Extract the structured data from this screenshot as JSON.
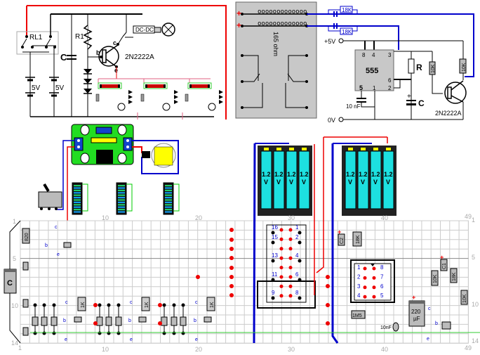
{
  "schematic_left": {
    "relay_label": "RL1",
    "battery_1": "5V",
    "battery_2": "5V",
    "capacitor": "C",
    "resistor": "R1",
    "transistor": "2N2222A",
    "pin_b": "b",
    "pin_c": "c",
    "pin_e": "e",
    "converter": "DC-DC",
    "lamp": "lamp"
  },
  "relay_module": {
    "coil_label": "165 ohm",
    "pins": [
      "16",
      "1",
      "15",
      "2",
      "13",
      "4",
      "11",
      "6",
      "9",
      "8"
    ],
    "plus": "+"
  },
  "schematic_555": {
    "res_top": "18K",
    "res_bottom": "18K",
    "vcc": "+5V",
    "gnd": "0V",
    "ic": "555",
    "ic_pins": {
      "p8": "8",
      "p4": "4",
      "p3": "3",
      "p6": "6",
      "p2": "2",
      "p5": "5",
      "p1": "1"
    },
    "r": "R",
    "c": "C",
    "c_plus": "+",
    "cap_10n": "10 nF",
    "res_10k_a": "10K",
    "res_10k_b": "10K",
    "transistor": "2N2222A"
  },
  "battery_packs": [
    {
      "cells": [
        "1.2 V",
        "1.2 V",
        "1.2 V",
        "1.2 V"
      ]
    },
    {
      "cells": [
        "1.2 V",
        "1.2 V",
        "1.2 V",
        "1.2 V"
      ]
    }
  ],
  "breadboard": {
    "col_labels_top": [
      "10",
      "20",
      "30",
      "40",
      "49"
    ],
    "col_labels_bottom": [
      "1",
      "10",
      "20",
      "30",
      "40",
      "49"
    ],
    "row_labels_left": [
      "1",
      "5",
      "10",
      "14"
    ],
    "row_labels_right": [
      "1",
      "5",
      "10",
      "14"
    ],
    "components": {
      "r820": "820",
      "cap_c": "C",
      "r1k_a": "1K",
      "r1k_b": "1K",
      "r1k_c": "1K",
      "pin_c": "c",
      "pin_b": "b",
      "pin_e": "e",
      "c2": "C2",
      "c1": "C1",
      "r18k_a": "18K",
      "r18k_b": "18K",
      "r10k_a": "10K",
      "r10k_b": "10K",
      "r1m5": "1M5",
      "cap220_val": "220",
      "cap220_unit": "µF",
      "cap10n": "10nF",
      "plus": "+"
    },
    "relay_socket_pins": [
      "16",
      "1",
      "15",
      "2",
      "13",
      "4",
      "11",
      "6",
      "9",
      "8"
    ],
    "ic_socket_pins": [
      "1",
      "8",
      "2",
      "7",
      "3",
      "6",
      "4",
      "5"
    ]
  }
}
